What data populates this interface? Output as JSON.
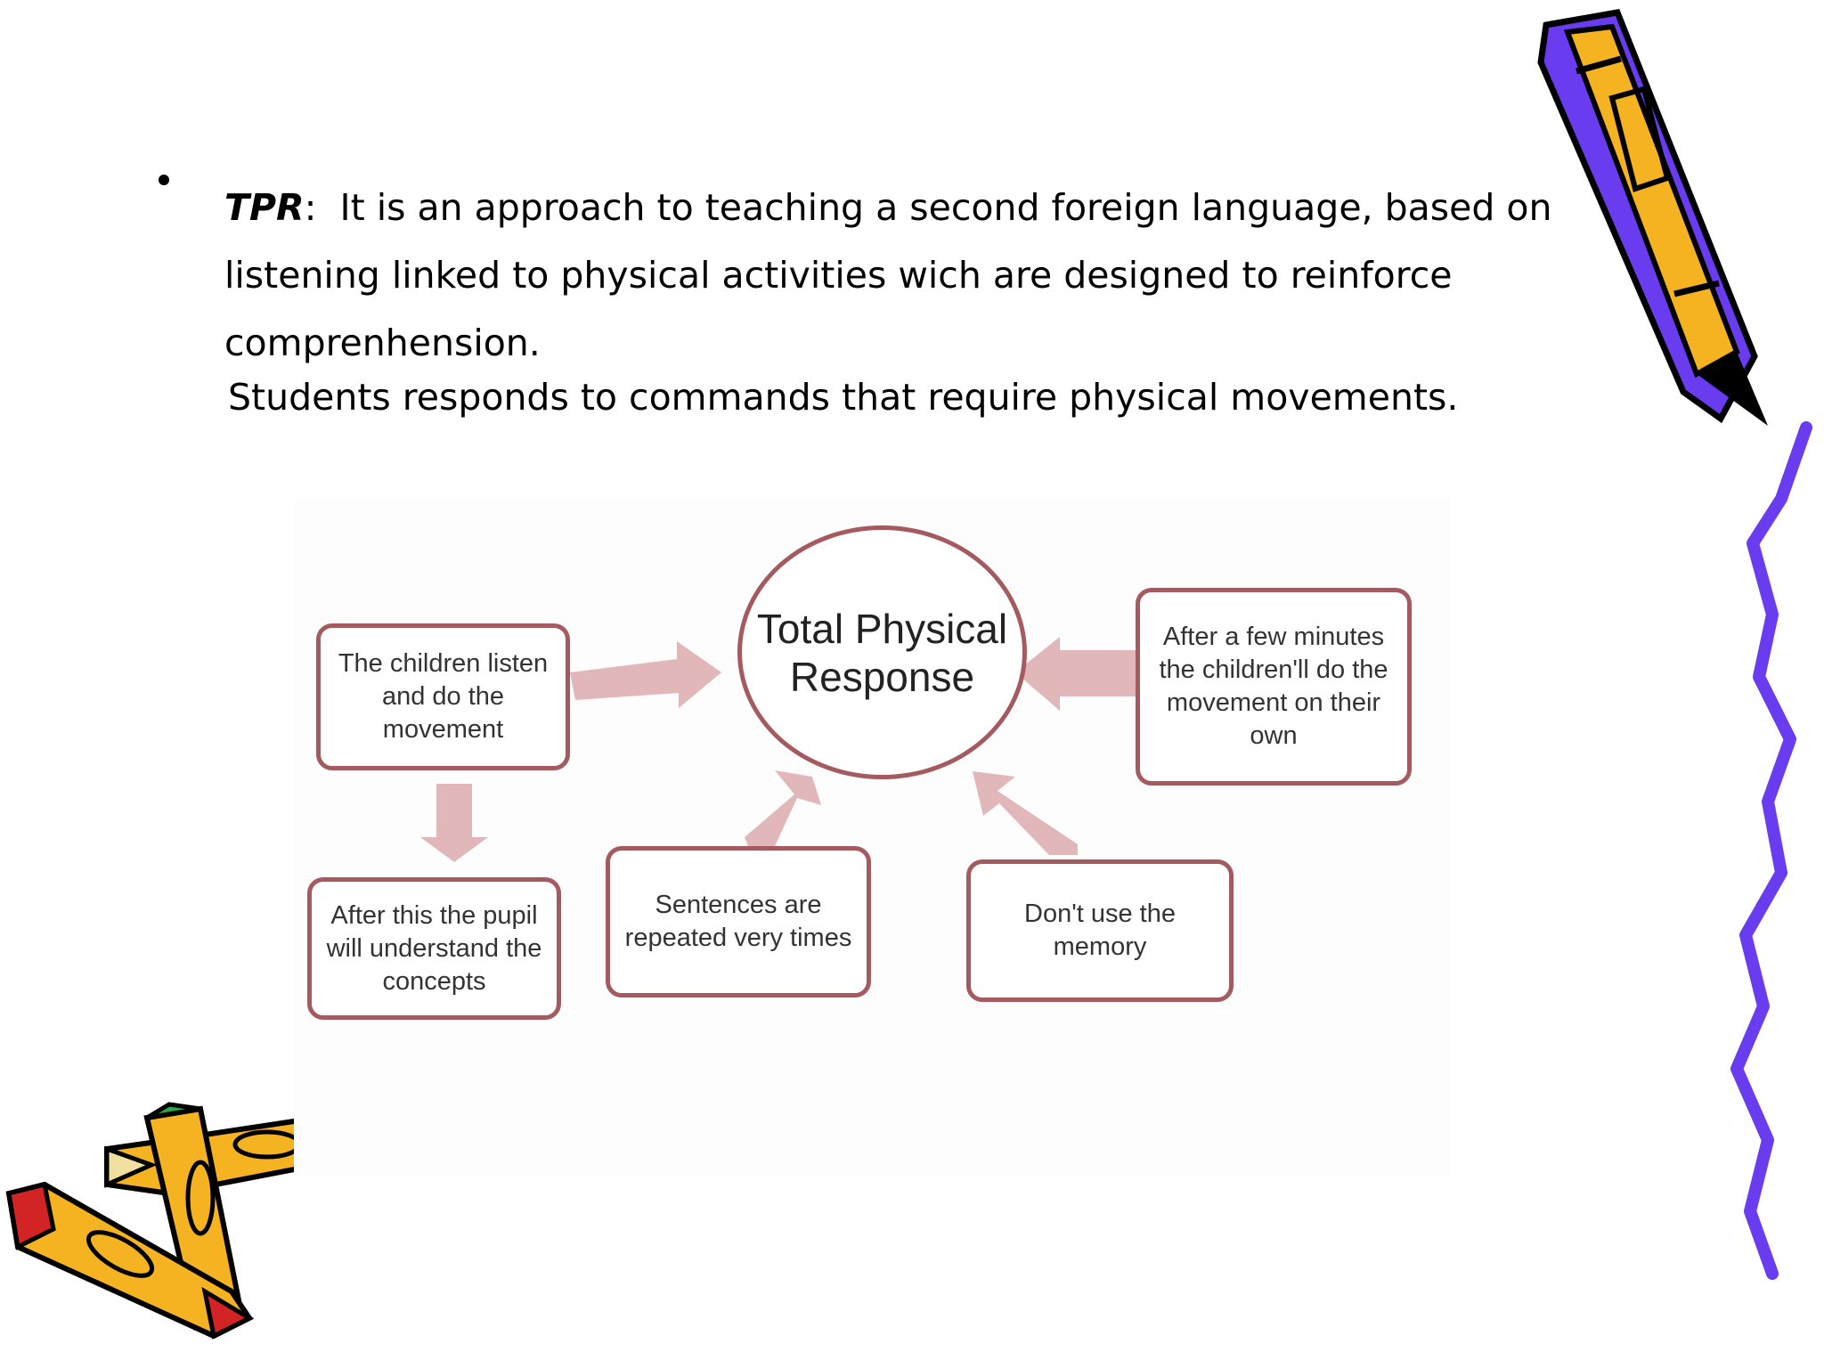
{
  "bullet": {
    "term": "TPR",
    "separator": ":",
    "line1": "It is an approach to teaching a second foreign language, based on",
    "line2": "listening linked to physical activities wich are designed to reinforce",
    "line3": "comprenhension.",
    "line4": "Students responds to commands that require physical movements."
  },
  "diagram": {
    "center": "Total Physical Response",
    "boxes": {
      "listen": "The children listen and do the movement",
      "understand": "After this the pupil will understand the concepts",
      "repeated": "Sentences are repeated very times",
      "memory": "Don't use the memory",
      "own": "After a few minutes the children'll do the movement on their own"
    }
  },
  "colors": {
    "border": "#a45a5e",
    "arrow": "#e2b7ba",
    "pencil_yellow": "#f6b321",
    "squiggle_purple": "#6a3cf0"
  },
  "icons": [
    "pencil-icon",
    "crayon-icon",
    "squiggle-decoration"
  ]
}
